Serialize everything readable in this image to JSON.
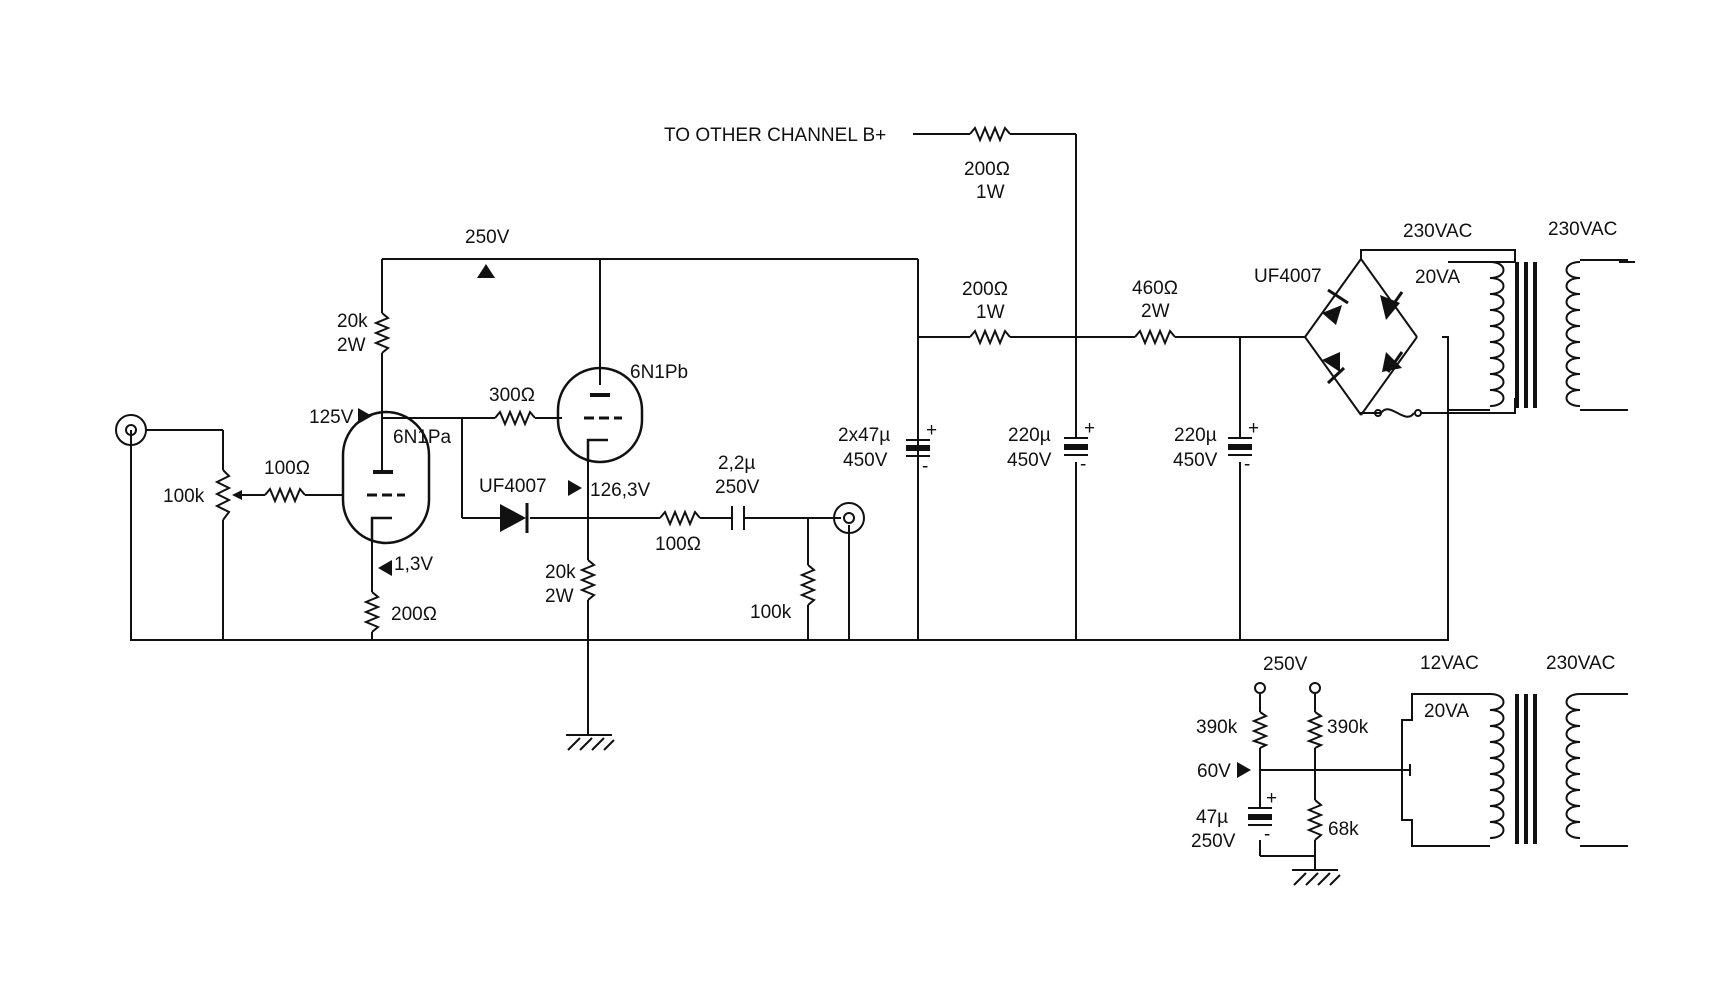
{
  "labels": {
    "to_other_channel": "TO OTHER CHANNEL B+",
    "r_other_ch_value": "200Ω",
    "r_other_ch_power": "1W",
    "b_plus_voltage": "250V",
    "r_plate_a_value": "20k",
    "r_plate_a_power": "2W",
    "plate_a_voltage": "125V",
    "tube_a_name": "6N1Pa",
    "tube_b_name": "6N1Pb",
    "r_grid_b": "300Ω",
    "pot": "100k",
    "r_grid_a": "100Ω",
    "diode_signal": "UF4007",
    "cathode_b_voltage": "126,3V",
    "cathode_a_voltage": "1,3V",
    "r_cathode_a": "200Ω",
    "r_cathode_b_value": "20k",
    "r_cathode_b_power": "2W",
    "r_out_series": "100Ω",
    "cap_out_value": "2,2µ",
    "cap_out_voltage": "250V",
    "r_out_shunt": "100k",
    "c1_value": "2x47µ",
    "c1_voltage": "450V",
    "r_filter1_value": "200Ω",
    "r_filter1_power": "1W",
    "c2_value": "220µ",
    "c2_voltage": "450V",
    "r_filter2_value": "460Ω",
    "r_filter2_power": "2W",
    "c3_value": "220µ",
    "c3_voltage": "450V",
    "diode_bridge": "UF4007",
    "tr1_secondary": "230VAC",
    "tr1_primary": "230VAC",
    "tr1_power": "20VA",
    "heater_supply_voltage": "250V",
    "r_div_top_left": "390k",
    "r_div_top_right": "390k",
    "heater_bias_voltage": "60V",
    "c_heater_value": "47µ",
    "c_heater_voltage": "250V",
    "r_div_bottom": "68k",
    "tr2_secondary": "12VAC",
    "tr2_primary": "230VAC",
    "tr2_power": "20VA"
  }
}
